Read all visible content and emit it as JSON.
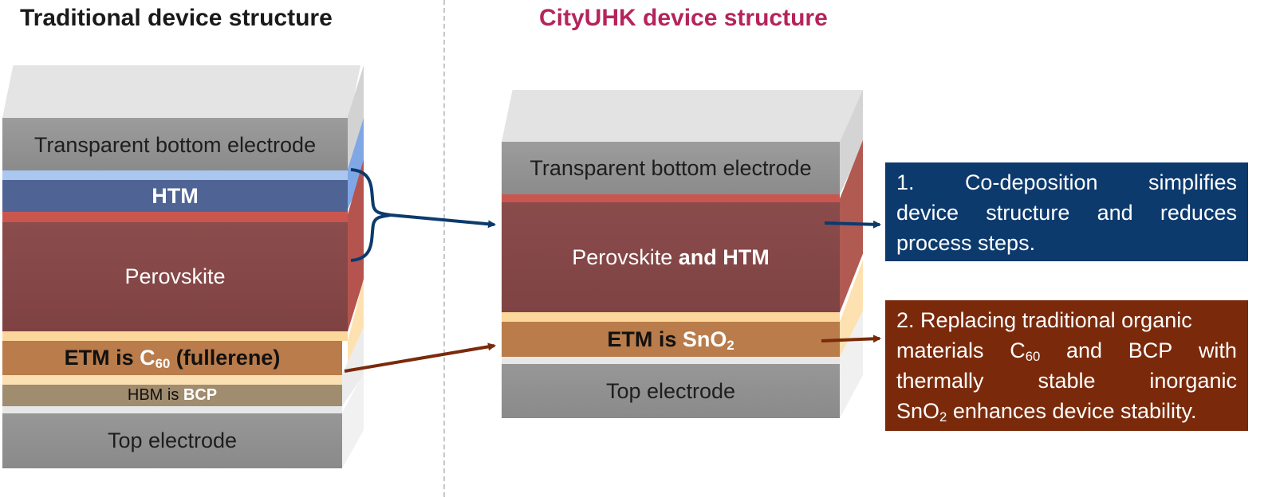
{
  "titles": {
    "left": "Traditional device structure",
    "right": "CityUHK device structure"
  },
  "left_stack": {
    "transparent_bottom_electrode": "Transparent bottom electrode",
    "htm": "HTM",
    "perovskite": "Perovskite",
    "etm_prefix": "ETM is ",
    "etm_c": "C",
    "etm_sub": "60",
    "etm_suffix": " (fullerene)",
    "hbm_prefix": "HBM is ",
    "hbm_bold": "BCP",
    "top_electrode": "Top electrode"
  },
  "right_stack": {
    "transparent_bottom_electrode": "Transparent bottom electrode",
    "perovskite_prefix": "Perovskite ",
    "perovskite_bold": "and HTM",
    "etm_prefix": "ETM is ",
    "etm_sn": "SnO",
    "etm_sub": "2",
    "top_electrode": "Top electrode"
  },
  "callout_1": {
    "line1_words": [
      "1.",
      "Co-deposition",
      "simplifies"
    ],
    "line2_words": [
      "device",
      "structure",
      "and",
      "reduces"
    ],
    "line3": "process steps."
  },
  "callout_2": {
    "line1": "2. Replacing traditional organic",
    "line2_words": [
      "materials",
      "C"
    ],
    "line2_sub": "60",
    "line2_rest_words": [
      "and",
      "BCP",
      "with"
    ],
    "line3_words": [
      "thermally",
      "stable",
      "inorganic"
    ],
    "line4_pre": "SnO",
    "line4_sub": "2",
    "line4_post": " enhances device stability."
  },
  "colors": {
    "electrode_front": "#8e8e8e",
    "electrode_top": "#e3e3e3",
    "htm_front": "#4f6494",
    "htm_top": "#a9c7ef",
    "perovskite_front": "#864848",
    "perovskite_top": "#c9574f",
    "etm_front": "#b97c4a",
    "etm_top": "#fbd79b",
    "hbm_front": "#a08c6e",
    "callout1_bg": "#0d3a6d",
    "callout2_bg": "#7a2a0b",
    "arrow_blue": "#0d3a6d",
    "arrow_brown": "#7a2a0b",
    "title_right": "#b5245b"
  }
}
